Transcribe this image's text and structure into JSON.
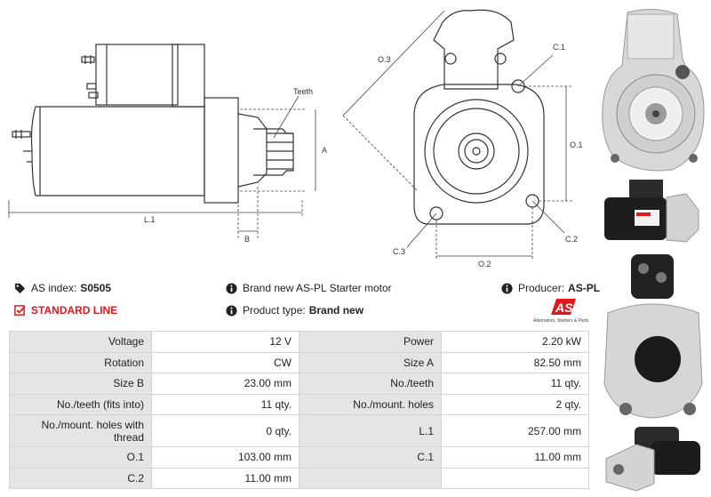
{
  "diagram": {
    "labels": {
      "teeth": "Teeth",
      "a": "A",
      "l1": "L.1",
      "b": "B",
      "o1": "O.1",
      "o2": "O.2",
      "o3": "O.3",
      "c1_top": "C.1",
      "c2": "C.2",
      "c3": "C.3"
    }
  },
  "info": {
    "as_index_label": "AS index:",
    "as_index_value": "S0505",
    "line_label": "STANDARD LINE",
    "description": "Brand new AS-PL Starter motor",
    "product_type_label": "Product type:",
    "product_type_value": "Brand new",
    "producer_label": "Producer:",
    "producer_value": "AS-PL",
    "logo_tagline": "Alternators, Starters & Parts",
    "logo_text": "AS"
  },
  "colors": {
    "brand_red": "#e2161d",
    "table_key_bg": "#e4e4e4",
    "table_border": "#d4d4d4"
  },
  "specs": [
    {
      "k1": "Voltage",
      "v1": "12 V",
      "k2": "Power",
      "v2": "2.20 kW"
    },
    {
      "k1": "Rotation",
      "v1": "CW",
      "k2": "Size A",
      "v2": "82.50 mm"
    },
    {
      "k1": "Size B",
      "v1": "23.00 mm",
      "k2": "No./teeth",
      "v2": "11 qty."
    },
    {
      "k1": "No./teeth (fits into)",
      "v1": "11 qty.",
      "k2": "No./mount. holes",
      "v2": "2 qty."
    },
    {
      "k1": "No./mount. holes with thread",
      "v1": "0 qty.",
      "k2": "L.1",
      "v2": "257.00 mm"
    },
    {
      "k1": "O.1",
      "v1": "103.00 mm",
      "k2": "C.1",
      "v2": "11.00 mm"
    },
    {
      "k1": "C.2",
      "v1": "11.00 mm",
      "k2": "",
      "v2": ""
    }
  ]
}
